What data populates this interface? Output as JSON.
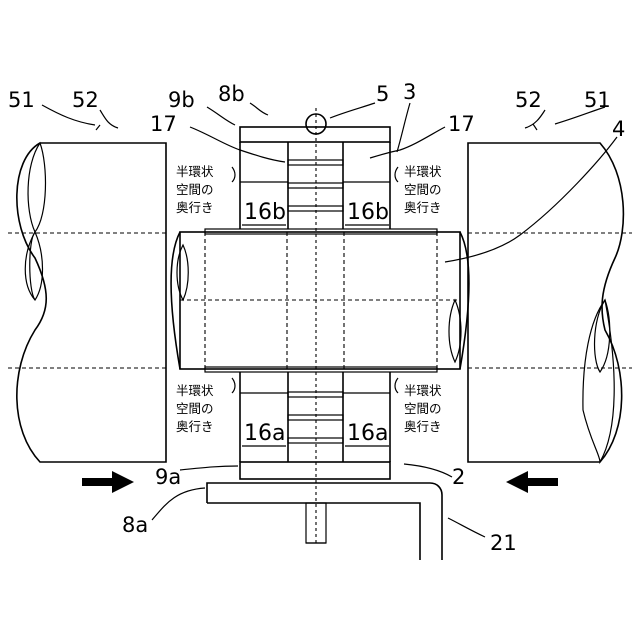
{
  "labels": {
    "l51_left": "51",
    "l52_left": "52",
    "l9b": "9b",
    "l8b": "8b",
    "l5": "5",
    "l3": "3",
    "l52_right": "52",
    "l51_right": "51",
    "l17_left": "17",
    "l17_right": "17",
    "l4": "4",
    "l16b_left": "16b",
    "l16b_right": "16b",
    "l16a_left": "16a",
    "l16a_right": "16a",
    "l9a": "9a",
    "l2": "2",
    "l8a": "8a",
    "l21": "21"
  },
  "annotations": {
    "depth_line1": "半環状",
    "depth_line2": "空間の",
    "depth_line3": "奥行き"
  }
}
